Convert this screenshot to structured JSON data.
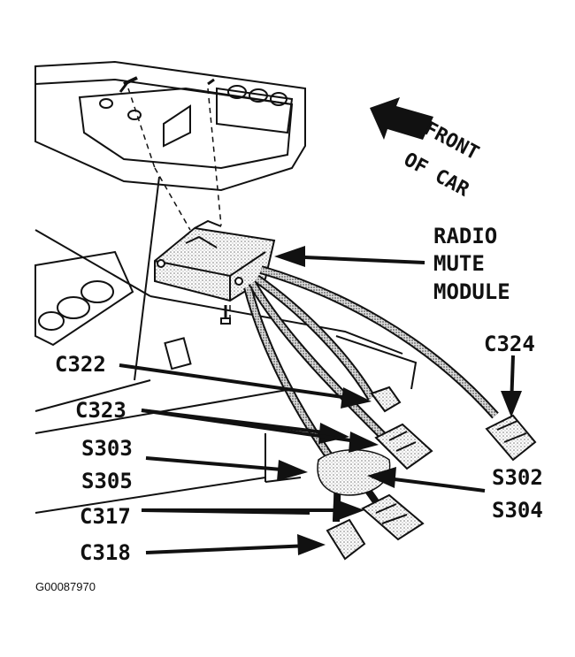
{
  "direction": {
    "line1": "FRONT",
    "line2": "OF CAR"
  },
  "labels": {
    "radio_mute_module": [
      "RADIO",
      "MUTE",
      "MODULE"
    ],
    "c324": "C324",
    "c322": "C322",
    "c323": "C323",
    "s303": "S303",
    "s305": "S305",
    "c317": "C317",
    "c318": "C318",
    "s302": "S302",
    "s304": "S304"
  },
  "figure_id": "G00087970",
  "colors": {
    "ink": "#111111",
    "stipple": "#9a9a9a",
    "background": "#ffffff"
  }
}
